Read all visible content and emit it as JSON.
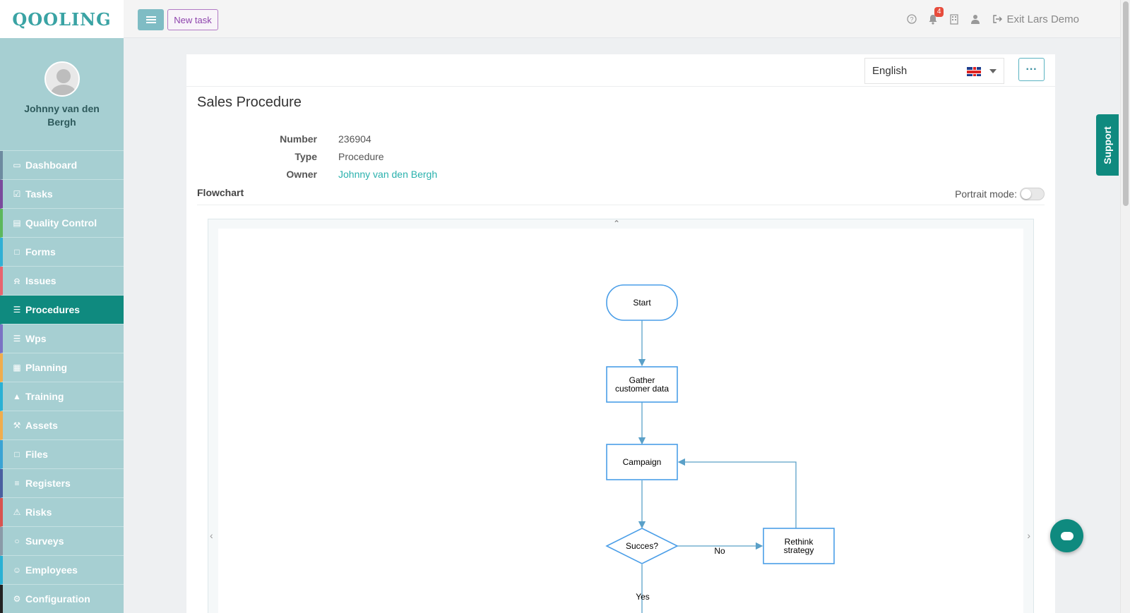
{
  "app": {
    "logo": "QOOLING"
  },
  "topbar": {
    "new_task": "New task",
    "notification_count": "4",
    "exit_label": "Exit Lars Demo"
  },
  "sidebar": {
    "user_name": "Johnny van den Bergh",
    "items": [
      {
        "label": "Dashboard",
        "icon": "monitor-icon",
        "color": "#6d8aa0"
      },
      {
        "label": "Tasks",
        "icon": "check-square-icon",
        "color": "#7a4a9c"
      },
      {
        "label": "Quality Control",
        "icon": "book-icon",
        "color": "#5cb85c"
      },
      {
        "label": "Forms",
        "icon": "document-icon",
        "color": "#31b0d5"
      },
      {
        "label": "Issues",
        "icon": "bell-icon",
        "color": "#e8646e"
      },
      {
        "label": "Procedures",
        "icon": "list-icon",
        "color": "#0f8a7f",
        "active": true
      },
      {
        "label": "Wps",
        "icon": "list-icon",
        "color": "#7a72c4"
      },
      {
        "label": "Planning",
        "icon": "calendar-icon",
        "color": "#f0ad4e"
      },
      {
        "label": "Training",
        "icon": "graduation-cap-icon",
        "color": "#2ab1d4"
      },
      {
        "label": "Assets",
        "icon": "wrench-icon",
        "color": "#f0ad4e"
      },
      {
        "label": "Files",
        "icon": "file-icon",
        "color": "#3aa3d4"
      },
      {
        "label": "Registers",
        "icon": "lines-icon",
        "color": "#4a5fa0"
      },
      {
        "label": "Risks",
        "icon": "warning-icon",
        "color": "#d9534f"
      },
      {
        "label": "Surveys",
        "icon": "comment-icon",
        "color": "#8a9aa8"
      },
      {
        "label": "Employees",
        "icon": "users-icon",
        "color": "#2ab1d4"
      },
      {
        "label": "Configuration",
        "icon": "gear-icon",
        "color": "#222222"
      }
    ]
  },
  "panel": {
    "language": "English",
    "more": "···",
    "title": "Sales Procedure",
    "meta": [
      {
        "key": "Number",
        "value": "236904"
      },
      {
        "key": "Type",
        "value": "Procedure"
      },
      {
        "key": "Owner",
        "value": "Johnny van den Bergh",
        "link": true
      }
    ],
    "section_title": "Flowchart",
    "portrait_label": "Portrait mode:"
  },
  "flowchart": {
    "nodes": {
      "start": "Start",
      "gather": [
        "Gather",
        "customer data"
      ],
      "campaign": "Campaign",
      "decision": "Succes?",
      "rethink": [
        "Rethink",
        "strategy"
      ]
    },
    "edges": {
      "no": "No",
      "yes": "Yes"
    }
  },
  "support_label": "Support"
}
